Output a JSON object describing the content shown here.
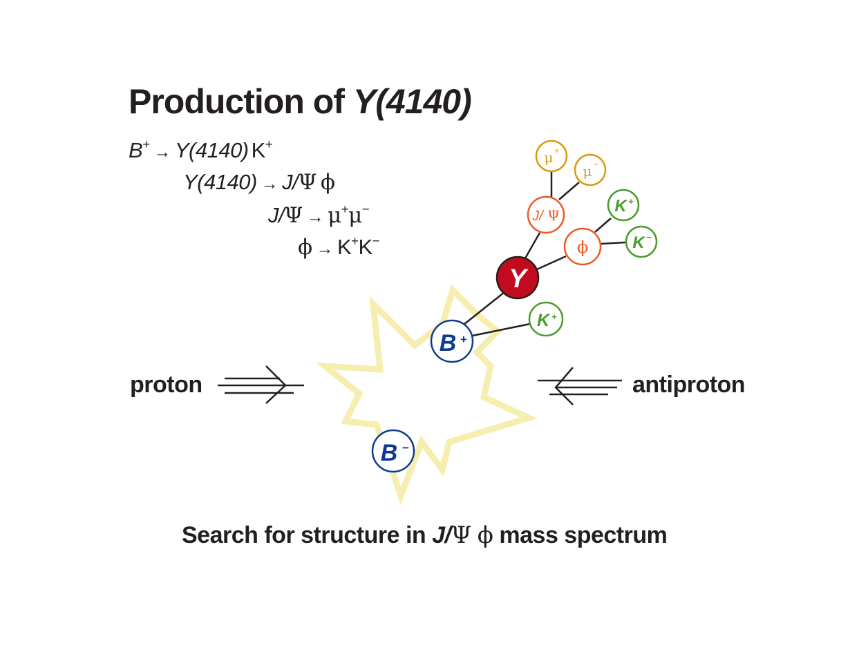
{
  "title": {
    "prefix": "Production of",
    "particle": "Y(4140)"
  },
  "decays": [
    {
      "parent": "B",
      "parent_sup": "+",
      "arrow": "→",
      "product1": "Y(4140)",
      "product2": "K",
      "product2_sup": "+"
    },
    {
      "parent": "Y(4140)",
      "arrow": "→",
      "product1": "J/",
      "psi": "Ψ",
      "product2": "ϕ"
    },
    {
      "parent": "J/",
      "psi": "Ψ",
      "arrow": "→",
      "product1": "μ",
      "product1_sup": "+",
      "product2": "μ",
      "product2_sup": "−"
    },
    {
      "parent": "ϕ",
      "arrow": "→",
      "product1": "K",
      "product1_sup": "+",
      "product2": "K",
      "product2_sup": "−"
    }
  ],
  "beams": {
    "left": "proton",
    "right": "antiproton"
  },
  "particles": {
    "Y": {
      "label": "Y",
      "color": "#c10c1f"
    },
    "Bplus": {
      "label": "B",
      "sup": "+",
      "color": "#0d3a92"
    },
    "Bminus": {
      "label": "B",
      "sup": "−",
      "color": "#0d3a92"
    },
    "Kplus_Y": {
      "label": "K",
      "sup": "+",
      "color": "#4a9a2c"
    },
    "JPsi": {
      "label": "J/",
      "psi": "Ψ",
      "color": "#ec5a24"
    },
    "phi": {
      "label": "ϕ",
      "color": "#ec5a24"
    },
    "muplus": {
      "label": "μ",
      "sup": "+",
      "color": "#d99a12"
    },
    "muminus": {
      "label": "μ",
      "sup": "−",
      "color": "#d99a12"
    },
    "Kplus_phi": {
      "label": "K",
      "sup": "+",
      "color": "#4a9a2c"
    },
    "Kminus_phi": {
      "label": "K",
      "sup": "−",
      "color": "#4a9a2c"
    }
  },
  "caption": {
    "prefix": "Search for structure in",
    "jpsi_j": "J/",
    "psi": "Ψ",
    "phi": "ϕ",
    "suffix": "mass spectrum"
  },
  "colors": {
    "burst": "#f6eeae",
    "line": "#231f20"
  }
}
